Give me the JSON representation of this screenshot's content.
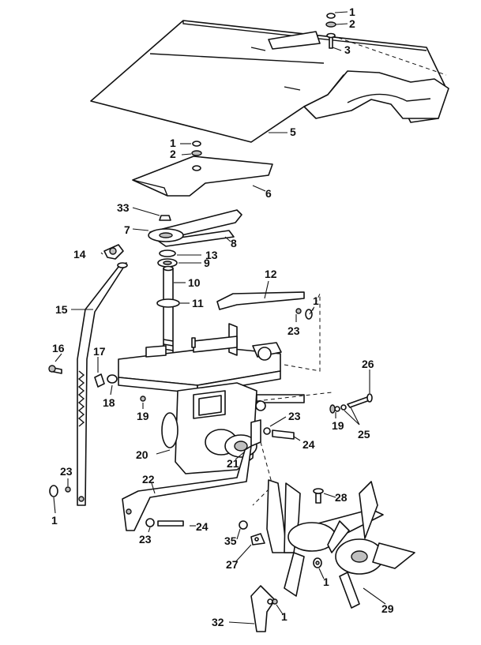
{
  "callouts": [
    {
      "id": "c1a",
      "text": "1"
    },
    {
      "id": "c2a",
      "text": "2"
    },
    {
      "id": "c3",
      "text": "3"
    },
    {
      "id": "c5",
      "text": "5"
    },
    {
      "id": "c1b",
      "text": "1"
    },
    {
      "id": "c2b",
      "text": "2"
    },
    {
      "id": "c6",
      "text": "6"
    },
    {
      "id": "c33",
      "text": "33"
    },
    {
      "id": "c7",
      "text": "7"
    },
    {
      "id": "c8",
      "text": "8"
    },
    {
      "id": "c14",
      "text": "14"
    },
    {
      "id": "c13",
      "text": "13"
    },
    {
      "id": "c9",
      "text": "9"
    },
    {
      "id": "c10",
      "text": "10"
    },
    {
      "id": "c11",
      "text": "11"
    },
    {
      "id": "c15",
      "text": "15"
    },
    {
      "id": "c12",
      "text": "12"
    },
    {
      "id": "c1c",
      "text": "1"
    },
    {
      "id": "c23a",
      "text": "23"
    },
    {
      "id": "c16",
      "text": "16"
    },
    {
      "id": "c17",
      "text": "17"
    },
    {
      "id": "c18",
      "text": "18"
    },
    {
      "id": "c19a",
      "text": "19"
    },
    {
      "id": "c26",
      "text": "26"
    },
    {
      "id": "c19b",
      "text": "19"
    },
    {
      "id": "c25",
      "text": "25"
    },
    {
      "id": "c23b",
      "text": "23"
    },
    {
      "id": "c24a",
      "text": "24"
    },
    {
      "id": "c20",
      "text": "20"
    },
    {
      "id": "c21",
      "text": "21"
    },
    {
      "id": "c22",
      "text": "22"
    },
    {
      "id": "c23c",
      "text": "23"
    },
    {
      "id": "c1d",
      "text": "1"
    },
    {
      "id": "c28",
      "text": "28"
    },
    {
      "id": "c23d",
      "text": "23"
    },
    {
      "id": "c24b",
      "text": "24"
    },
    {
      "id": "c35",
      "text": "35"
    },
    {
      "id": "c27",
      "text": "27"
    },
    {
      "id": "c1e",
      "text": "1"
    },
    {
      "id": "c29",
      "text": "29"
    },
    {
      "id": "c32",
      "text": "32"
    },
    {
      "id": "c1f",
      "text": "1"
    }
  ]
}
